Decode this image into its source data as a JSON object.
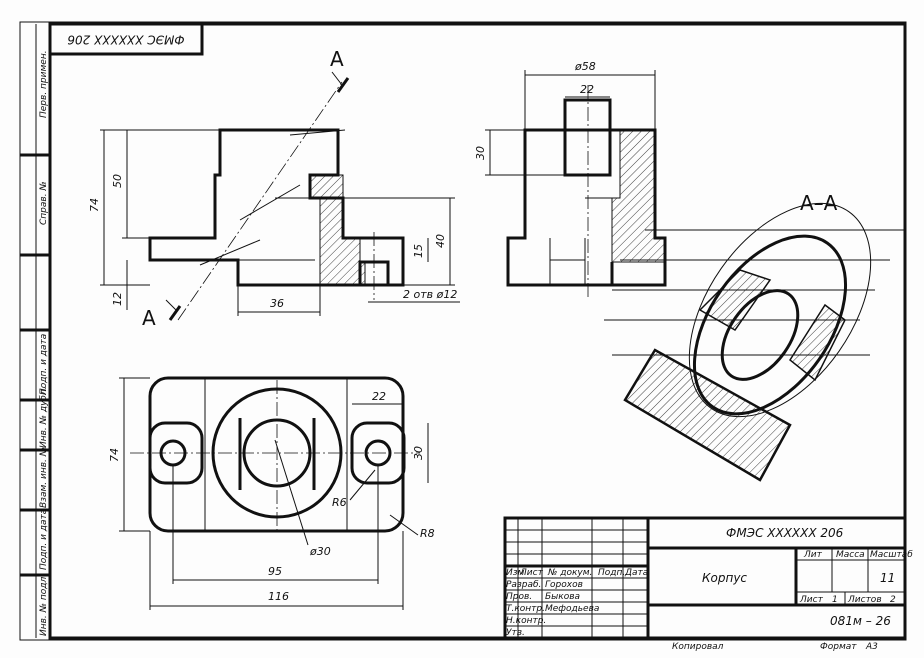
{
  "title_block": {
    "designation": "ФМЭС XXXXXX 206",
    "designation_rotated": "ФМЭС XXXXXX 206",
    "part_name": "Корпус",
    "drawing_code": "081м – 26",
    "scale_value": "11",
    "sheet_label": "Лист",
    "sheet_number": "1",
    "sheets_label": "Листов",
    "sheets_count": "2",
    "lit": "Лит",
    "mass": "Масса",
    "scale": "Масштаб",
    "rev_header": [
      "Изм",
      "Лист",
      "№ докум.",
      "Подп.",
      "Дата"
    ],
    "roles": [
      "Разраб.",
      "Пров.",
      "Т.контр.",
      "Н.контр.",
      "Утв."
    ],
    "people": [
      "Горохов",
      "Быкова",
      "Мефодьева"
    ],
    "copied": "Копировал",
    "format": "Формат",
    "format_value": "А3"
  },
  "side_strip": [
    "Перв. примен.",
    "Справ. №",
    "Подп. и дата",
    "Инв. № дубл.",
    "Взам. инв. №",
    "Подп. и дата",
    "Инв. № подл."
  ],
  "section": {
    "letter_top": "A",
    "letter_bottom": "A",
    "title": "A–A"
  },
  "dims": {
    "d58": "ø58",
    "d22_top": "22",
    "d30_side": "30",
    "d74_front": "74",
    "d50": "50",
    "d12": "12",
    "d36": "36",
    "d40": "40",
    "d15": "15",
    "holes": "2 отв ø12",
    "d22_plan": "22",
    "d30_plan": "30",
    "d74_plan": "74",
    "r6": "R6",
    "r8": "R8",
    "d30_dia": "ø30",
    "d95": "95",
    "d116": "116"
  }
}
